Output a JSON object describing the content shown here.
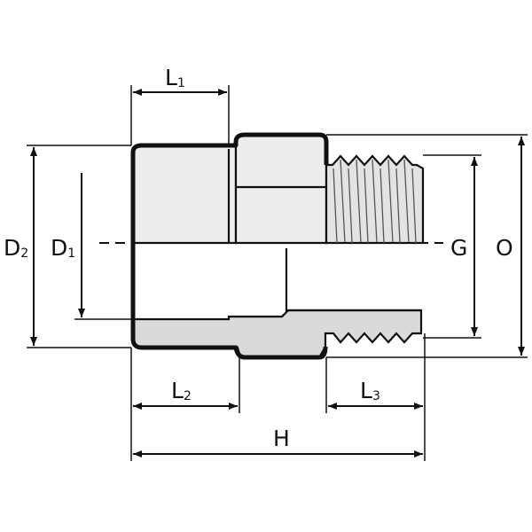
{
  "diagram": {
    "labels": {
      "L1": {
        "main": "L",
        "sub": "1"
      },
      "L2": {
        "main": "L",
        "sub": "2"
      },
      "L3": {
        "main": "L",
        "sub": "3"
      },
      "D1": {
        "main": "D",
        "sub": "1"
      },
      "D2": {
        "main": "D",
        "sub": "2"
      },
      "G": "G",
      "O": "O",
      "H": "H"
    },
    "colors": {
      "body_fill": "#dadada",
      "light_fill": "#ededed",
      "white": "#ffffff",
      "line": "#111111"
    }
  }
}
